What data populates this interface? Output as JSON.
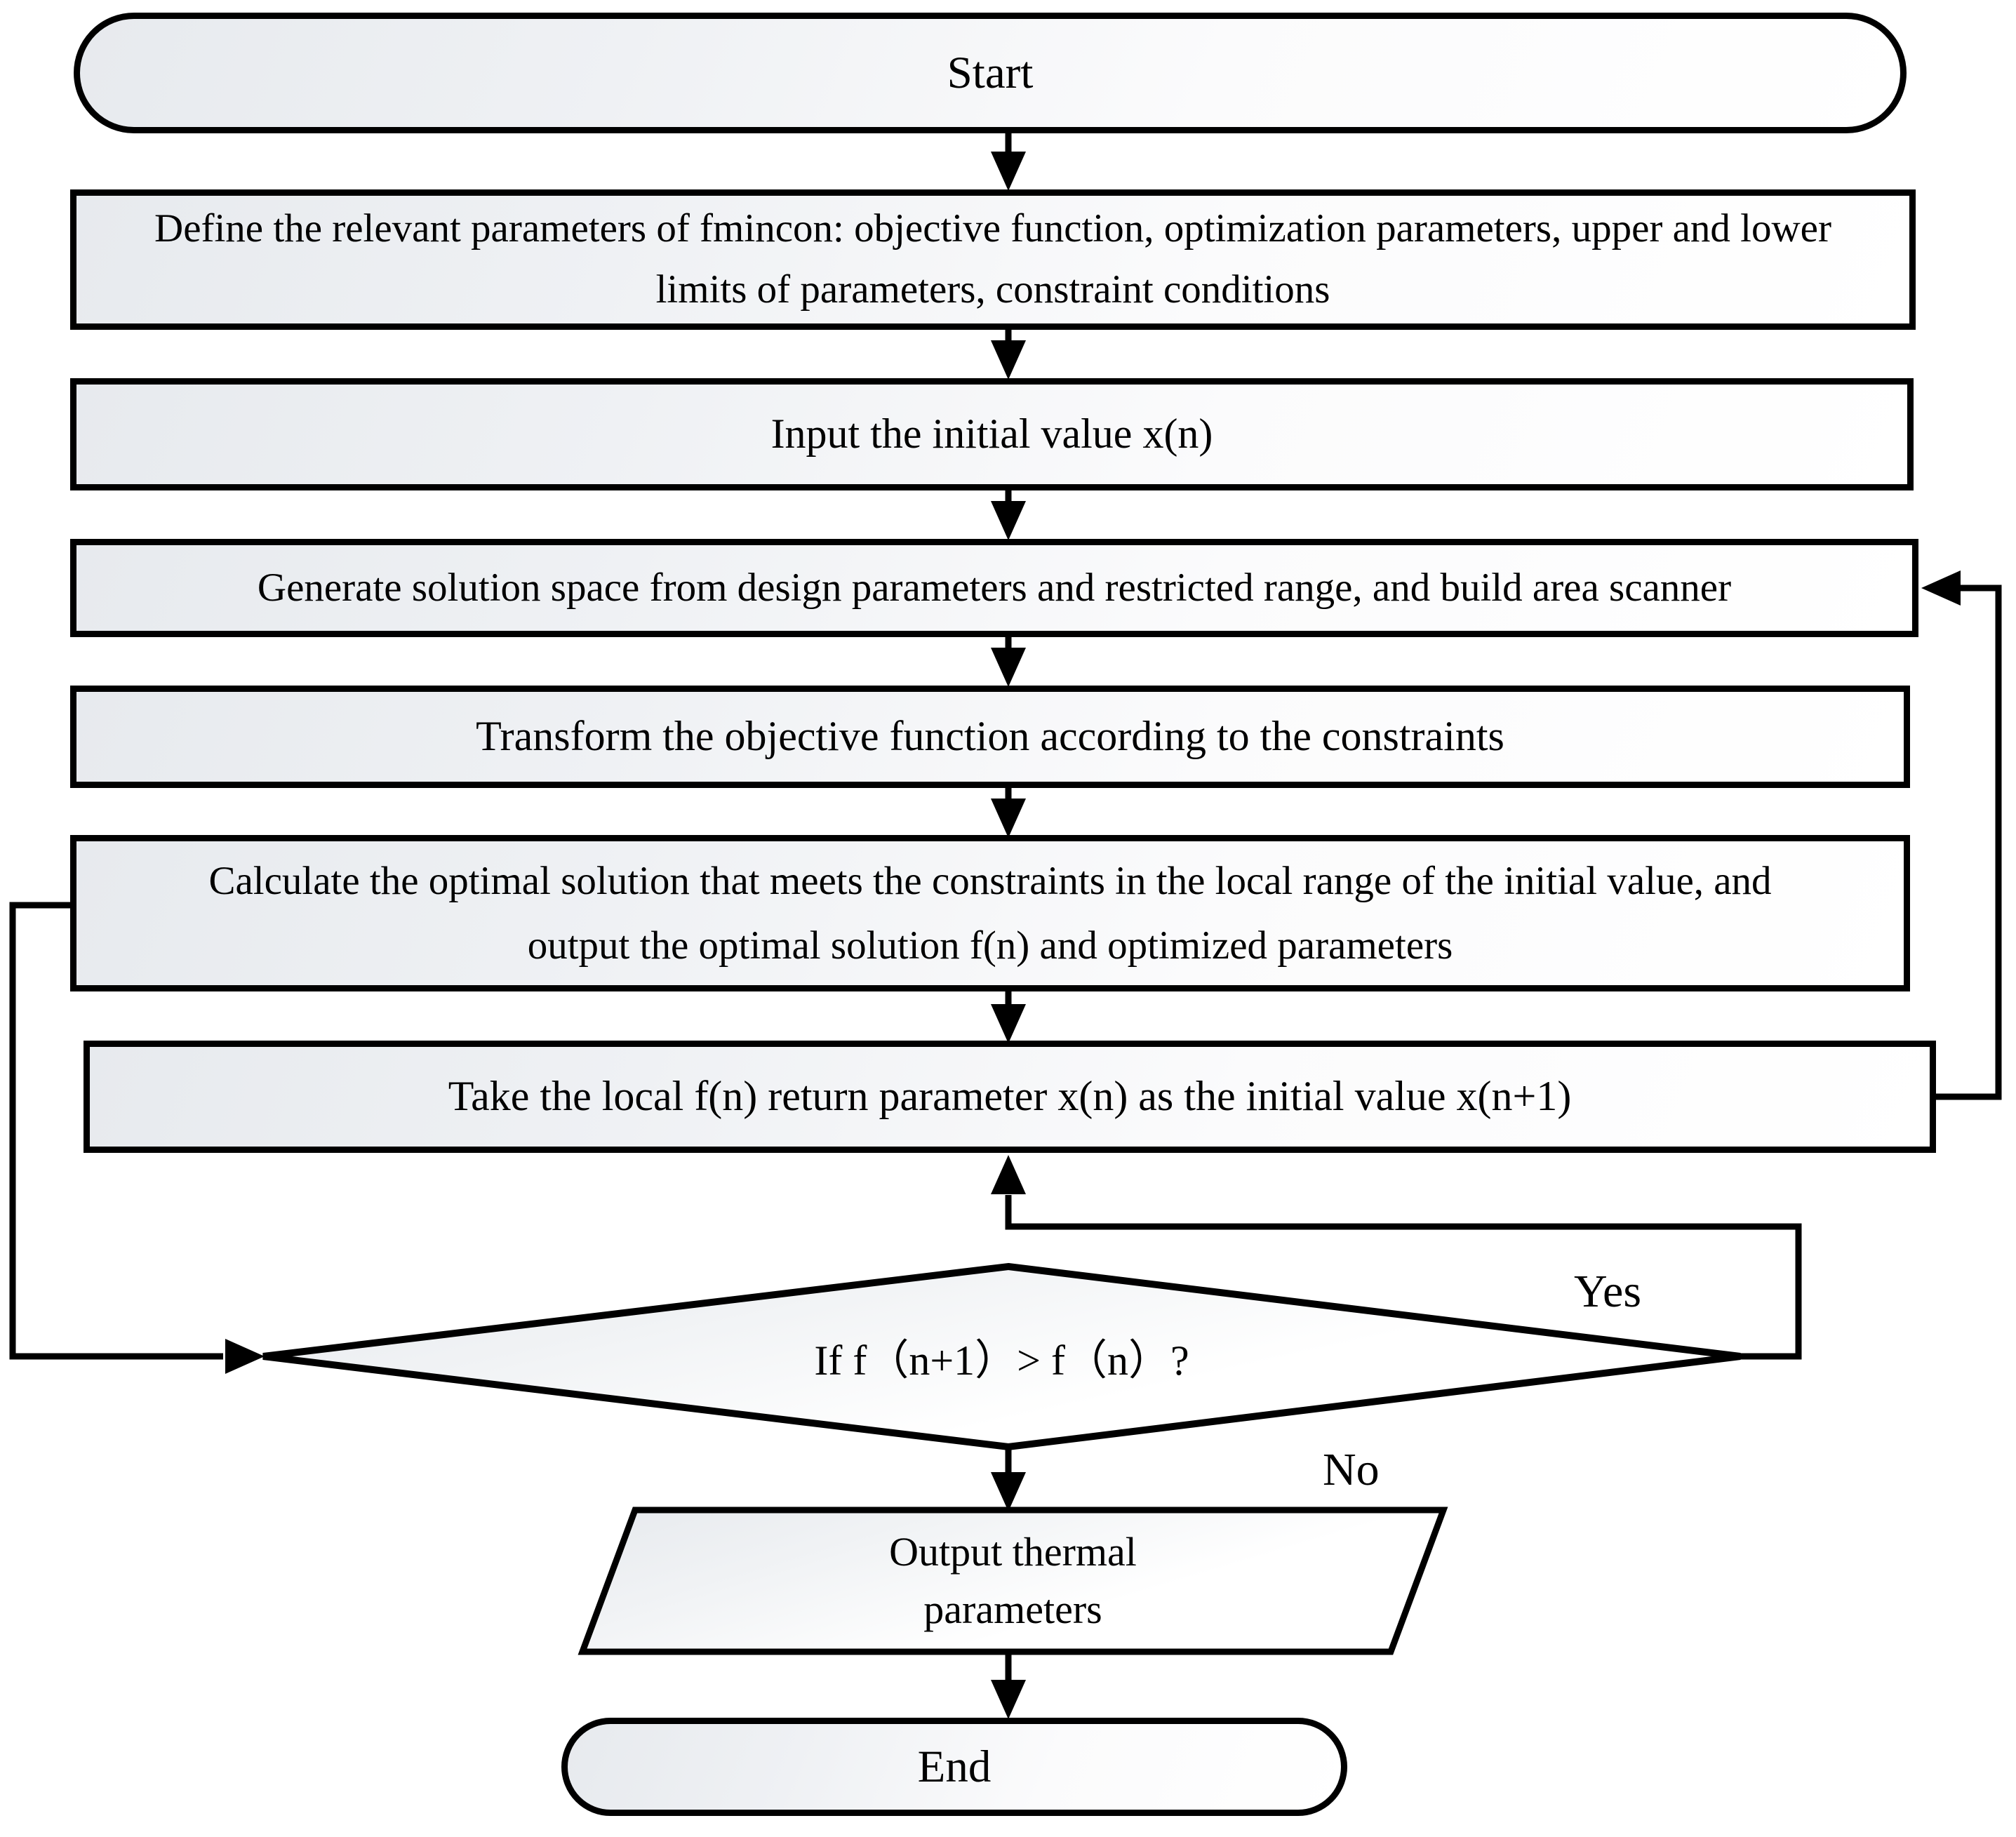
{
  "nodes": {
    "start": {
      "shape": "stadium",
      "label": "Start"
    },
    "define": {
      "shape": "process",
      "label": "Define the relevant parameters of fmincon: objective function, optimization parameters, upper and lower limits of parameters, constraint conditions"
    },
    "input": {
      "shape": "process",
      "label": "Input the initial value x(n)"
    },
    "generate": {
      "shape": "process",
      "label": "Generate solution space from design parameters and restricted range, and build area scanner"
    },
    "transform": {
      "shape": "process",
      "label": "Transform the objective function according to the constraints"
    },
    "calculate": {
      "shape": "process",
      "label": "Calculate the optimal solution that meets the constraints in the local range of the initial value, and output the optimal solution f(n) and optimized parameters"
    },
    "take": {
      "shape": "process",
      "label": "Take the local f(n) return parameter x(n) as the initial value x(n+1)"
    },
    "decision": {
      "shape": "diamond",
      "label": "If f（n+1）> f（n）?"
    },
    "output": {
      "shape": "parallelogram",
      "lines": [
        "Output thermal",
        "parameters"
      ]
    },
    "end": {
      "shape": "stadium",
      "label": "End"
    }
  },
  "edges": [
    {
      "from": "start",
      "to": "define",
      "label": ""
    },
    {
      "from": "define",
      "to": "input",
      "label": ""
    },
    {
      "from": "input",
      "to": "generate",
      "label": ""
    },
    {
      "from": "generate",
      "to": "transform",
      "label": ""
    },
    {
      "from": "transform",
      "to": "calculate",
      "label": ""
    },
    {
      "from": "calculate",
      "to": "take",
      "label": ""
    },
    {
      "from": "calculate",
      "to": "decision",
      "label": ""
    },
    {
      "from": "decision",
      "to": "take",
      "label": "Yes"
    },
    {
      "from": "take",
      "to": "generate",
      "label": ""
    },
    {
      "from": "decision",
      "to": "output",
      "label": "No"
    },
    {
      "from": "output",
      "to": "end",
      "label": ""
    }
  ],
  "colors": {
    "stroke": "#000000",
    "text": "#000000",
    "node_fill_light": "#e7eaee",
    "node_fill_white": "#ffffff",
    "background": "#ffffff"
  }
}
